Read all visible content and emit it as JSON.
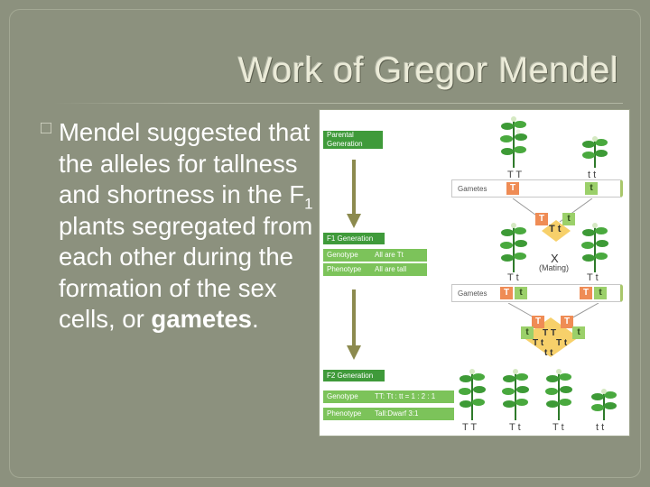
{
  "slide": {
    "title": "Work of Gregor Mendel",
    "bullet_glyph": "□",
    "bullet_text_pre": "Mendel suggested that the alleles for tallness and shortness in the F",
    "bullet_text_sub": "1",
    "bullet_text_mid": " plants segregated from each other during the formation of the sex cells, or ",
    "bullet_text_bold": "gametes",
    "bullet_text_end": "."
  },
  "figure": {
    "parental_label": "Parental Generation",
    "f1_label": "F1 Generation",
    "f2_label": "F2 Generation",
    "genotype_label": "Genotype",
    "phenotype_label": "Phenotype",
    "f1_genotype": "All are Tt",
    "f1_phenotype": "All are tall",
    "f2_genotype": "TT: Tt : tt = 1 : 2 : 1",
    "f2_phenotype": "Tall:Dwarf 3:1",
    "gametes_label": "Gametes",
    "parent_left": "T T",
    "parent_right": "t t",
    "f1_left": "T t",
    "f1_right": "T t",
    "cross": "X",
    "mating": "(Mating)",
    "punnett_f1": "T t",
    "punnett_f2_a": "T T",
    "punnett_f2_b": "T t",
    "punnett_f2_c": "T t",
    "punnett_f2_d": "t t",
    "f2_bottom": [
      "T T",
      "T t",
      "T t",
      "t t"
    ],
    "allele_T": "T",
    "allele_t": "t"
  },
  "colors": {
    "background": "#8c917e",
    "label_green": "#3f9a3a",
    "label_light": "#7cc35a",
    "allele_dominant": "#ef8c55",
    "allele_recessive": "#9bd06a"
  }
}
